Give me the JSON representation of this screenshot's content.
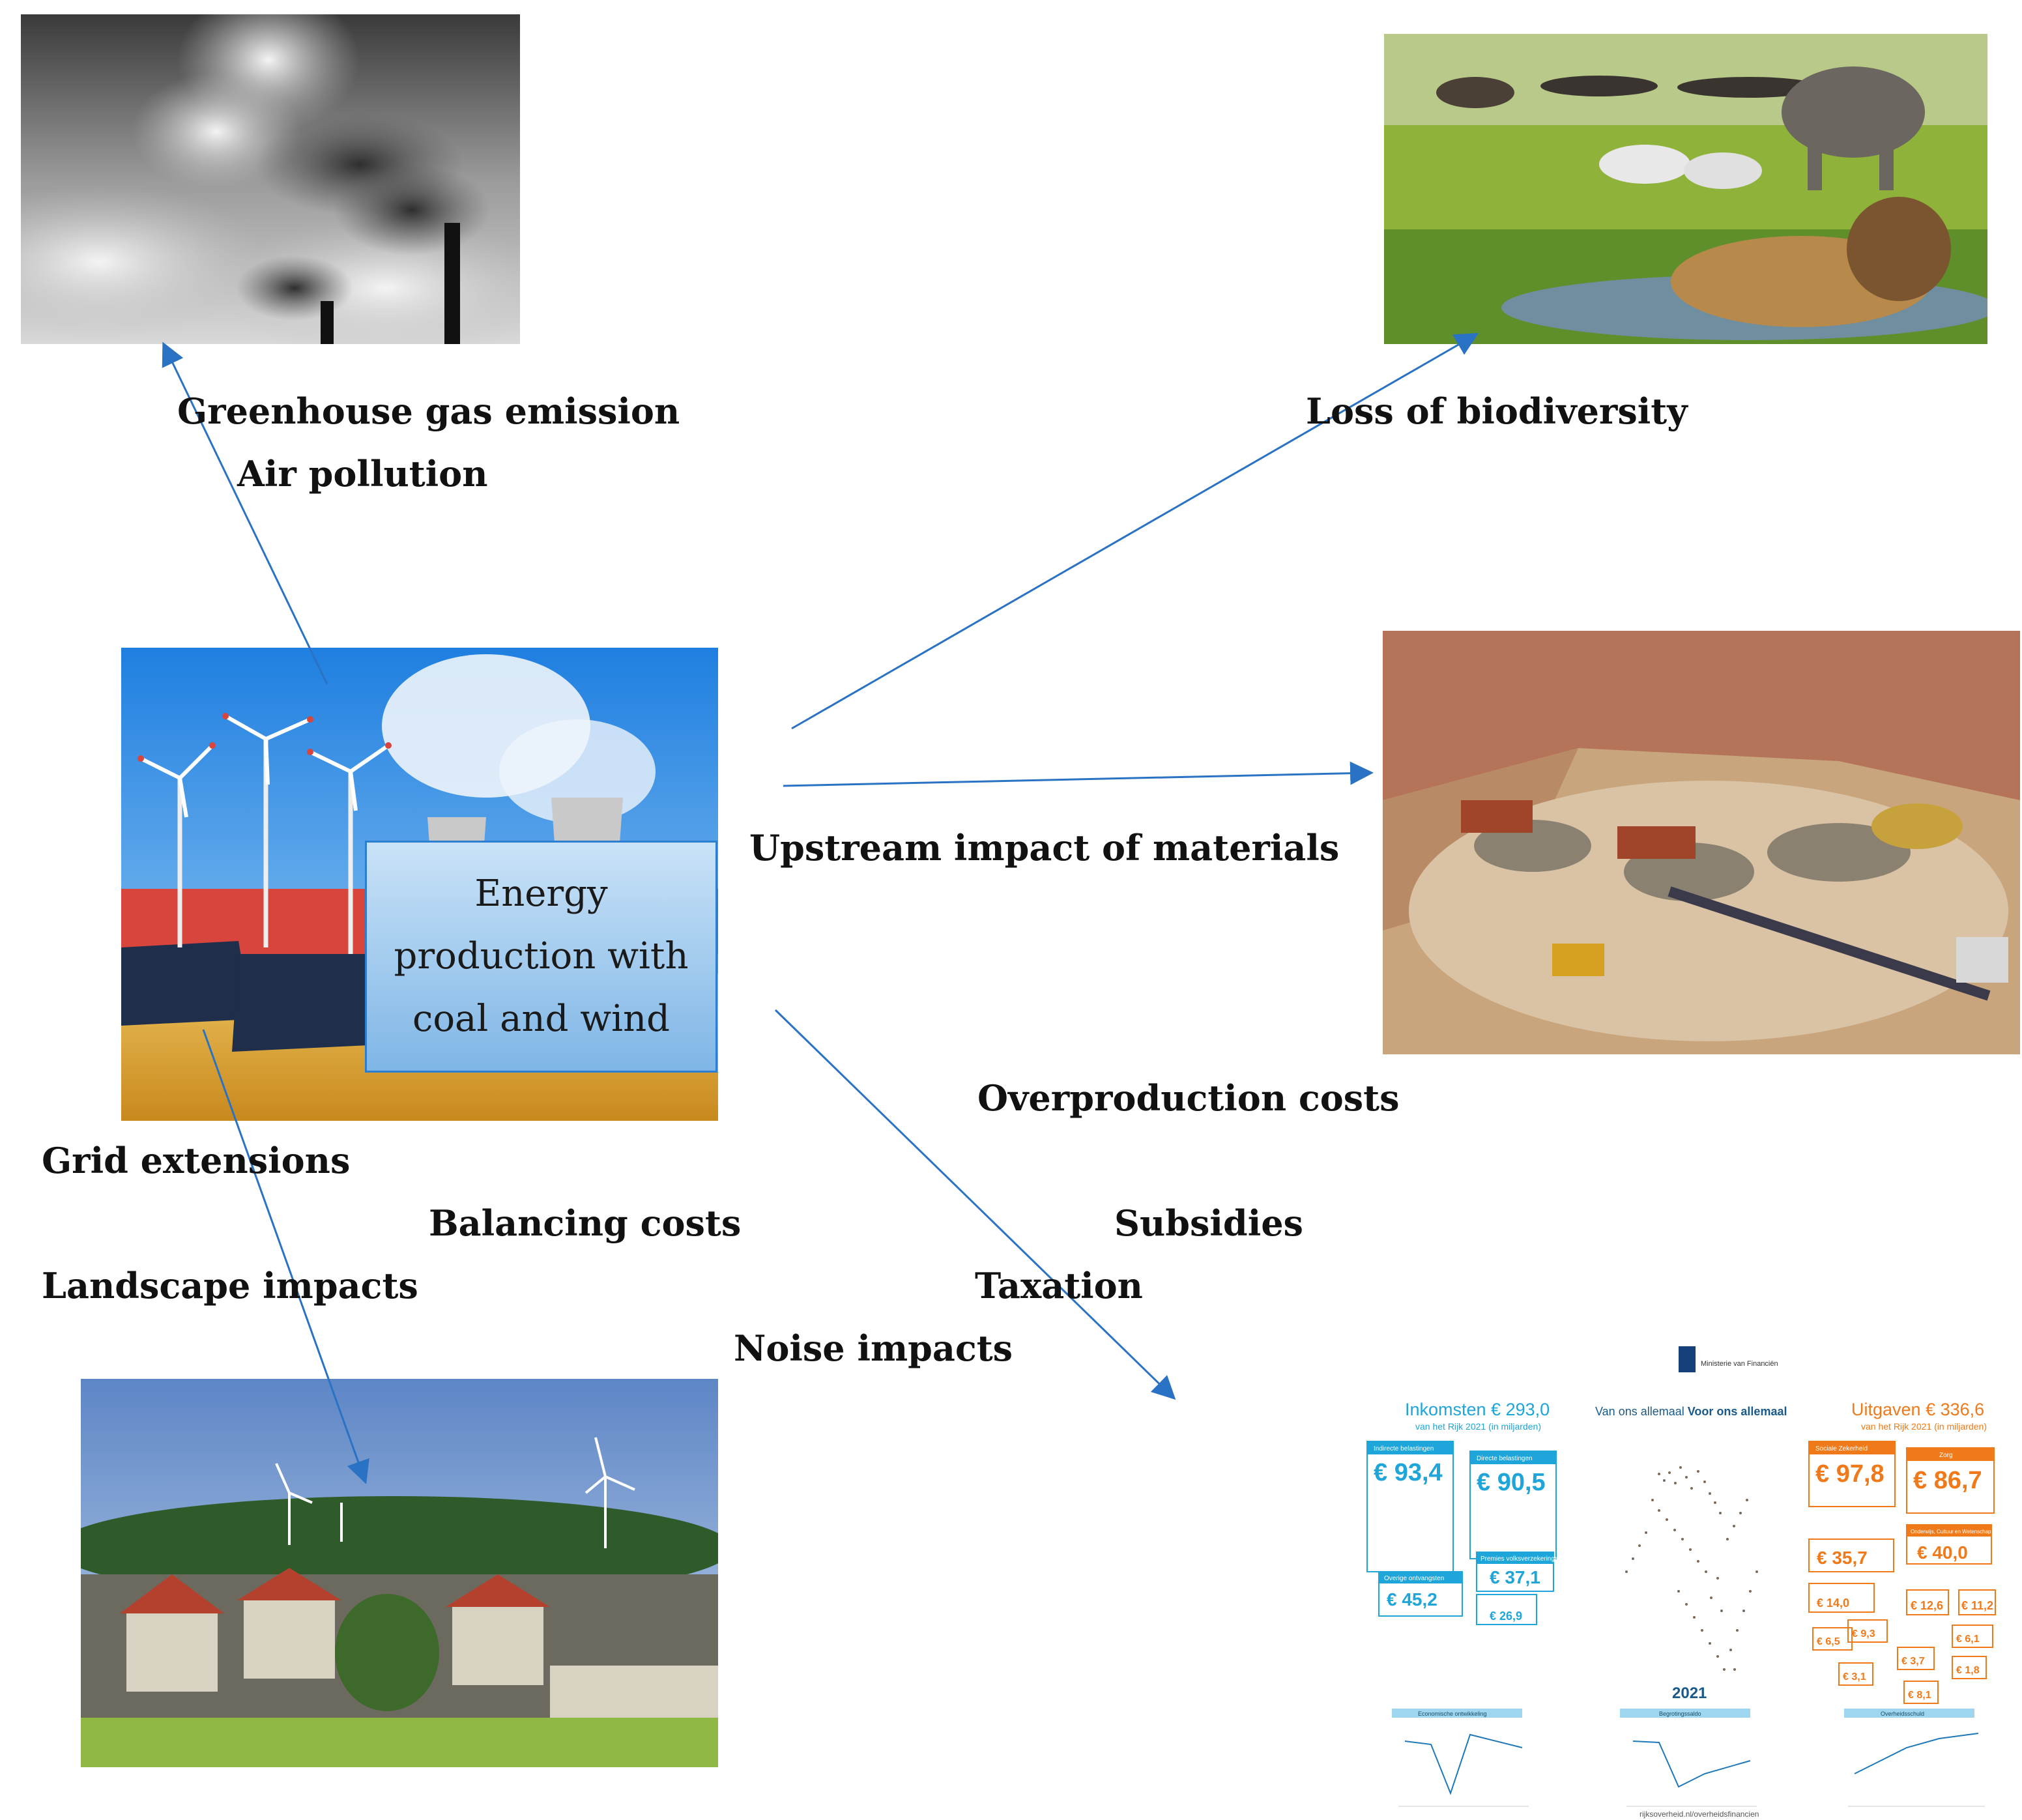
{
  "center": {
    "label": "Energy production with coal and wind"
  },
  "labels": {
    "greenhouse": "Greenhouse gas emission",
    "air": "Air pollution",
    "biodiversity": "Loss of biodiversity",
    "upstream": "Upstream impact of materials",
    "overproduction": "Overproduction costs",
    "grid": "Grid extensions",
    "balancing": "Balancing costs",
    "subsidies": "Subsidies",
    "landscape": "Landscape impacts",
    "taxation": "Taxation",
    "noise": "Noise impacts"
  },
  "budget": {
    "ministry": "Ministerie van Financiën",
    "tagline_a": "Van ons allemaal ",
    "tagline_b": "Voor ons allemaal",
    "income_title": "Inkomsten € 293,0",
    "income_sub": "van het Rijk 2021 (in miljarden)",
    "spend_title": "Uitgaven € 336,6",
    "spend_sub": "van het Rijk 2021 (in miljarden)",
    "income_values": [
      "€ 93,4",
      "€ 90,5",
      "€ 45,2",
      "€ 37,1",
      "€ 26,9"
    ],
    "income_headers": [
      "Indirecte belastingen",
      "Directe belastingen",
      "Overige ontvangsten",
      "Premies volksverzekeringen"
    ],
    "spend_values": [
      "€ 97,8",
      "€ 86,7",
      "€ 35,7",
      "€ 40,0",
      "€ 14,0",
      "€ 12,6",
      "€ 11,2",
      "€ 9,3",
      "€ 6,5",
      "€ 6,1",
      "€ 3,7",
      "€ 3,1",
      "€ 1,8",
      "€ 8,1"
    ],
    "spend_headers": [
      "Sociale Zekerheid",
      "Zorg",
      "Onderwijs, Cultuur en Wetenschap"
    ],
    "year": "2021",
    "chart_titles": [
      "Economische ontwikkeling",
      "Begrotingssaldo",
      "Overheidsschuld"
    ],
    "footer": "rijksoverheid.nl/overheidsfinancien"
  },
  "colors": {
    "arrow": "#2a72c4",
    "budget_blue": "#1ea5d9",
    "budget_orange": "#f07a1a"
  }
}
